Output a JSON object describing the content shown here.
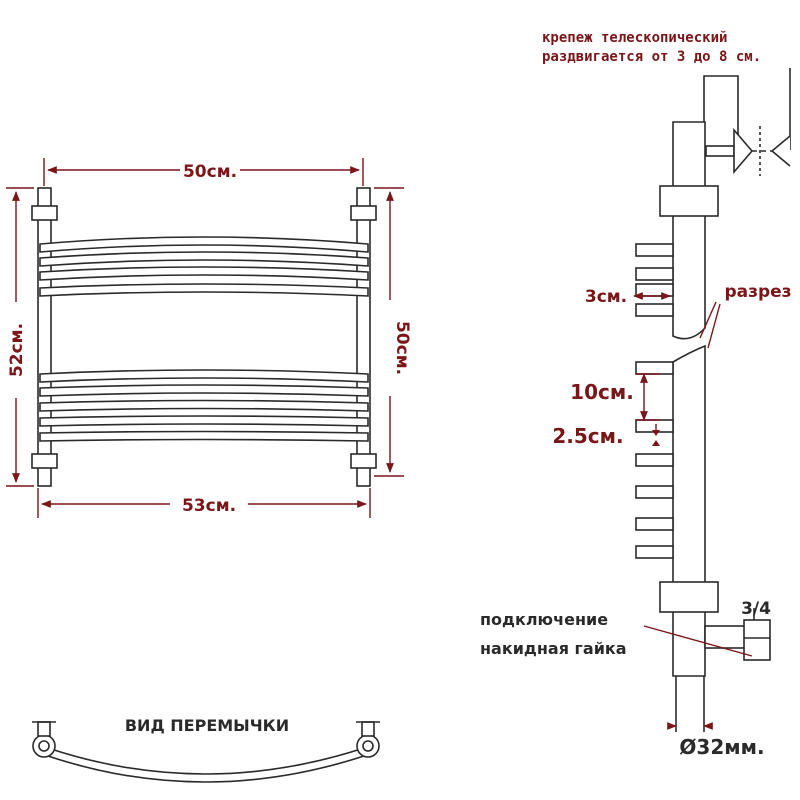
{
  "front_view": {
    "top_width": "50см.",
    "bottom_width": "53см.",
    "left_height": "52см.",
    "right_height": "50см."
  },
  "side_view": {
    "mount_note_line1": "крепеж телескопический",
    "mount_note_line2": "раздвигается от 3 до 8 см.",
    "wall_gap": "3см.",
    "section_label": "разрез",
    "rung_spacing": "10см.",
    "rung_thickness": "2.5см.",
    "connection_line1": "подключение",
    "connection_line2": "накидная гайка",
    "thread_size": "3/4",
    "pipe_diameter": "Ø32мм."
  },
  "jumper_view": {
    "title": "ВИД ПЕРЕМЫЧКИ"
  },
  "colors": {
    "dimension": "#7a1518",
    "outline": "#2a2a2a"
  }
}
